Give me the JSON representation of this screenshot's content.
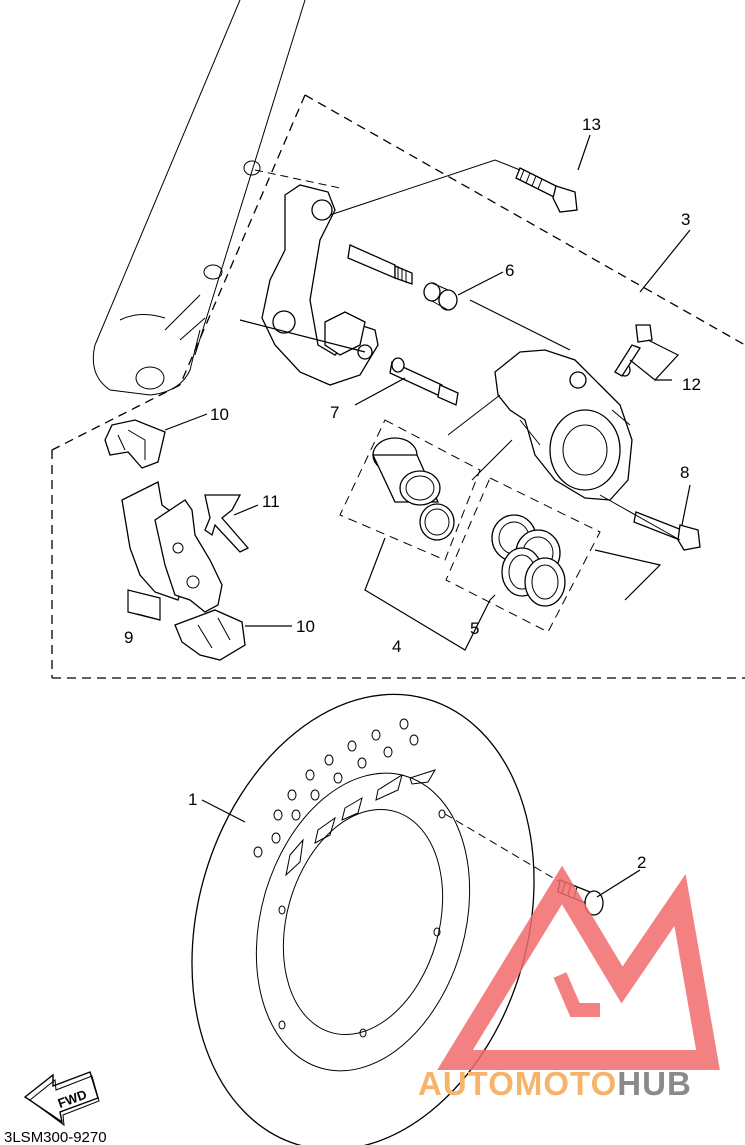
{
  "diagram": {
    "labels": {
      "p1": "1",
      "p2": "2",
      "p3": "3",
      "p4": "4",
      "p5": "5",
      "p6": "6",
      "p7": "7",
      "p8": "8",
      "p9": "9",
      "p10a": "10",
      "p10b": "10",
      "p11": "11",
      "p12": "12",
      "p13": "13"
    },
    "fwd_label": "FWD",
    "figure_code": "3LSM300-9270"
  },
  "watermark": {
    "word_part1": "AUTOMOTO",
    "word_part2": "HUB",
    "colors": {
      "logo": "#f26b6b",
      "text_orange": "#f6b36a",
      "text_grey": "#8a8a8a"
    }
  }
}
